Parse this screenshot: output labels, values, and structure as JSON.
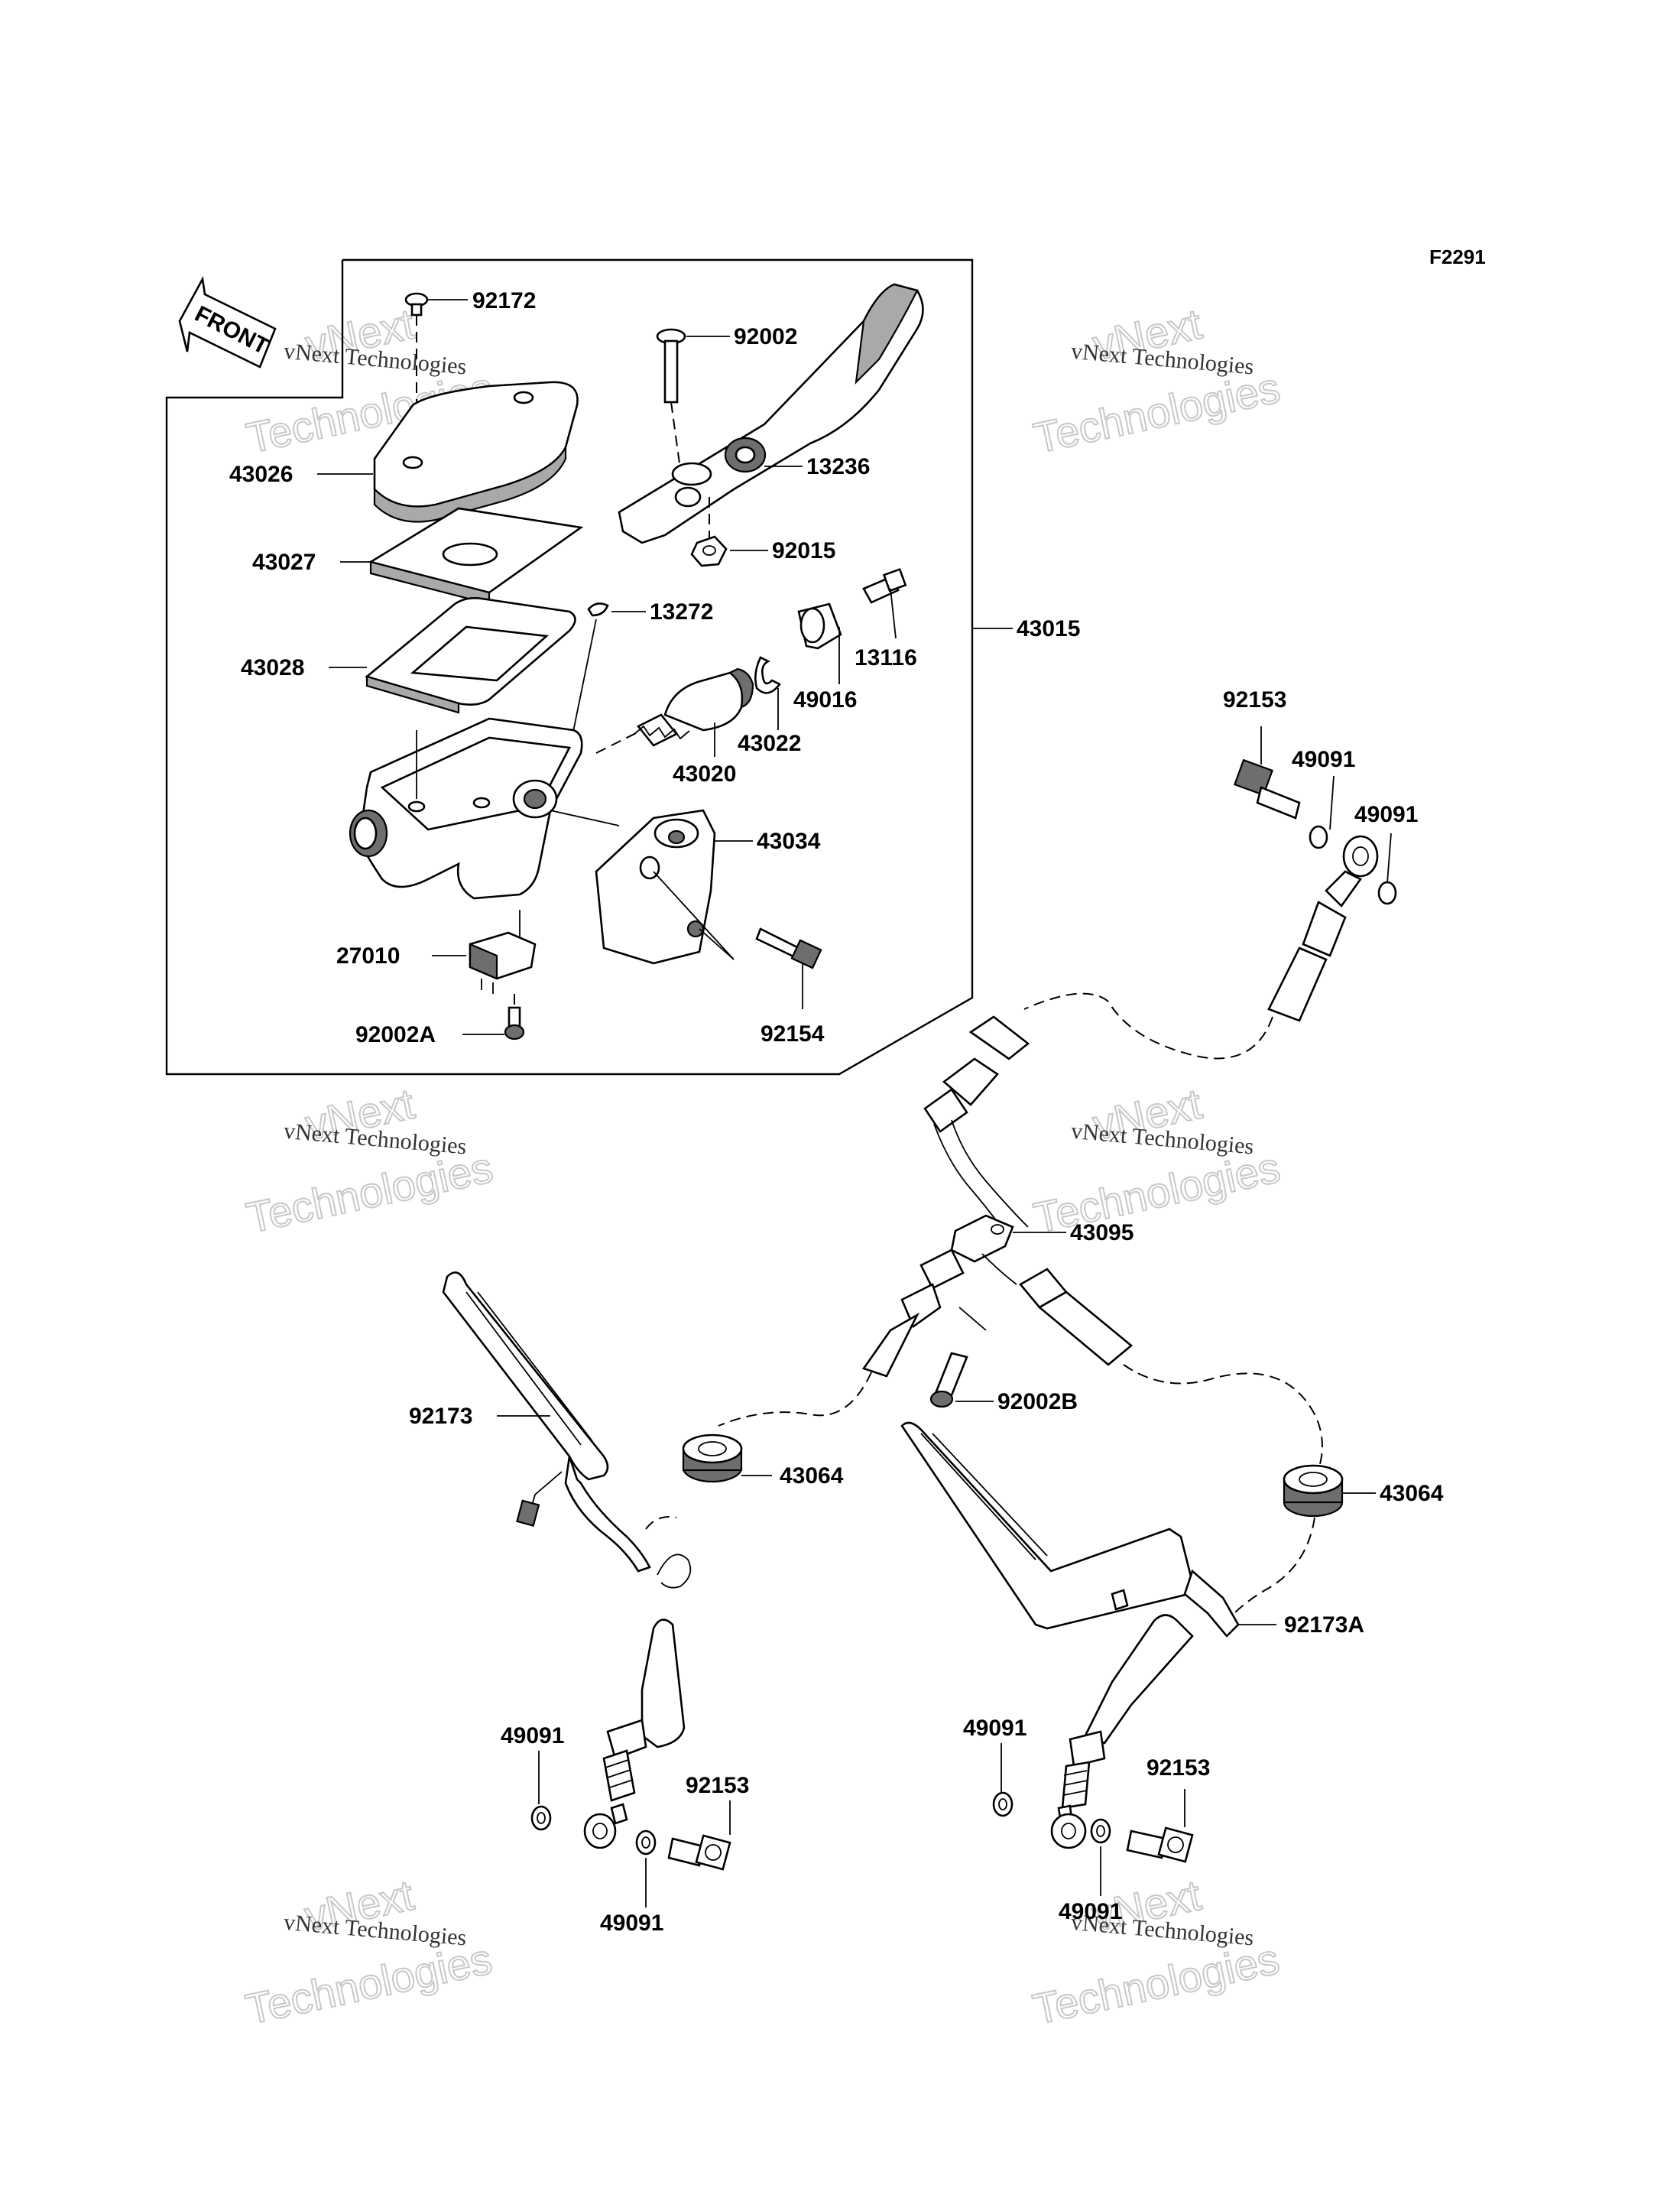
{
  "figure_id": "F2291",
  "front_arrow_label": "FRONT",
  "watermark": {
    "line1": "vNext Technologies",
    "big1": "vNext",
    "big2": "Technologies"
  },
  "labels": {
    "p92172": "92172",
    "p92002": "92002",
    "p43026": "43026",
    "p13236": "13236",
    "p92015": "92015",
    "p43027": "43027",
    "p13272": "13272",
    "p43015": "43015",
    "p13116": "13116",
    "p43028": "43028",
    "p49016": "49016",
    "p43022": "43022",
    "p43020": "43020",
    "p43034": "43034",
    "p27010": "27010",
    "p92154": "92154",
    "p92002A": "92002A",
    "p92153_top": "92153",
    "p49091_top1": "49091",
    "p49091_top2": "49091",
    "p43095": "43095",
    "p92002B": "92002B",
    "p92173": "92173",
    "p43064_left": "43064",
    "p43064_right": "43064",
    "p92173A": "92173A",
    "p49091_bl1": "49091",
    "p92153_bl": "92153",
    "p49091_bl2": "49091",
    "p49091_br1": "49091",
    "p92153_br": "92153",
    "p49091_br2": "49091"
  }
}
